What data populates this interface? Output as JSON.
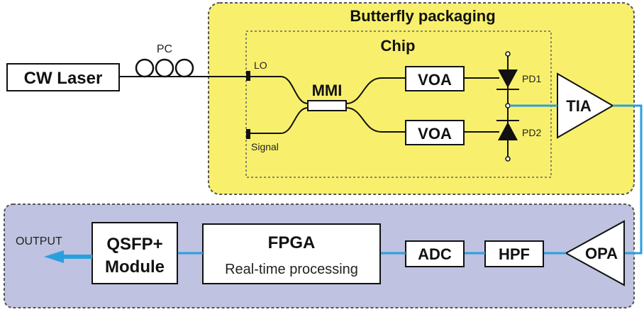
{
  "colors": {
    "butterfly_fill": "#f8f06c",
    "butterfly_border": "#555555",
    "chip_border": "#666666",
    "processing_fill": "#bfc2e0",
    "electrical_line": "#2a9fe0",
    "output_arrow": "#2a9fe0"
  },
  "labels": {
    "butterfly": "Butterfly packaging",
    "chip": "Chip",
    "pc": "PC",
    "laser": "CW Laser",
    "lo": "LO",
    "signal": "Signal",
    "mmi": "MMI",
    "voa1": "VOA",
    "voa2": "VOA",
    "pd1": "PD1",
    "pd2": "PD2",
    "tia": "TIA",
    "opa": "OPA",
    "hpf": "HPF",
    "adc": "ADC",
    "fpga": "FPGA",
    "fpga_sub": "Real-time processing",
    "qsfp_line1": "QSFP+",
    "qsfp_line2": "Module",
    "output": "OUTPUT"
  }
}
